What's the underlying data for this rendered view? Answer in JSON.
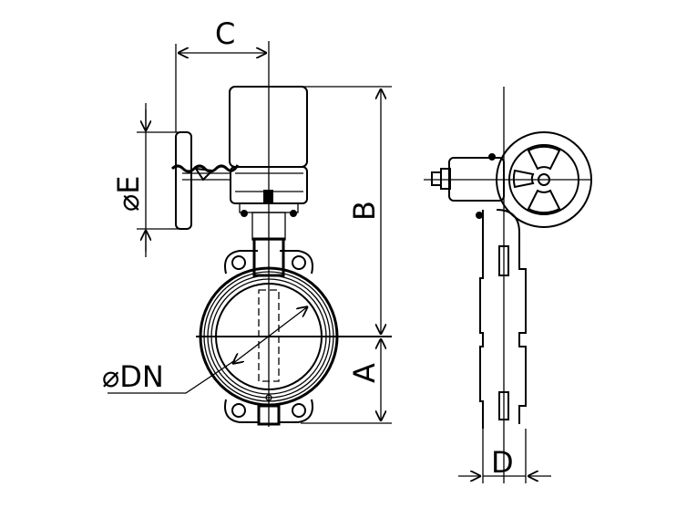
{
  "labels": {
    "C": "C",
    "B": "B",
    "A": "A",
    "D": "D",
    "E": "⌀E",
    "DN": "⌀DN"
  },
  "colors": {
    "line": "#000000",
    "background": "#ffffff"
  }
}
